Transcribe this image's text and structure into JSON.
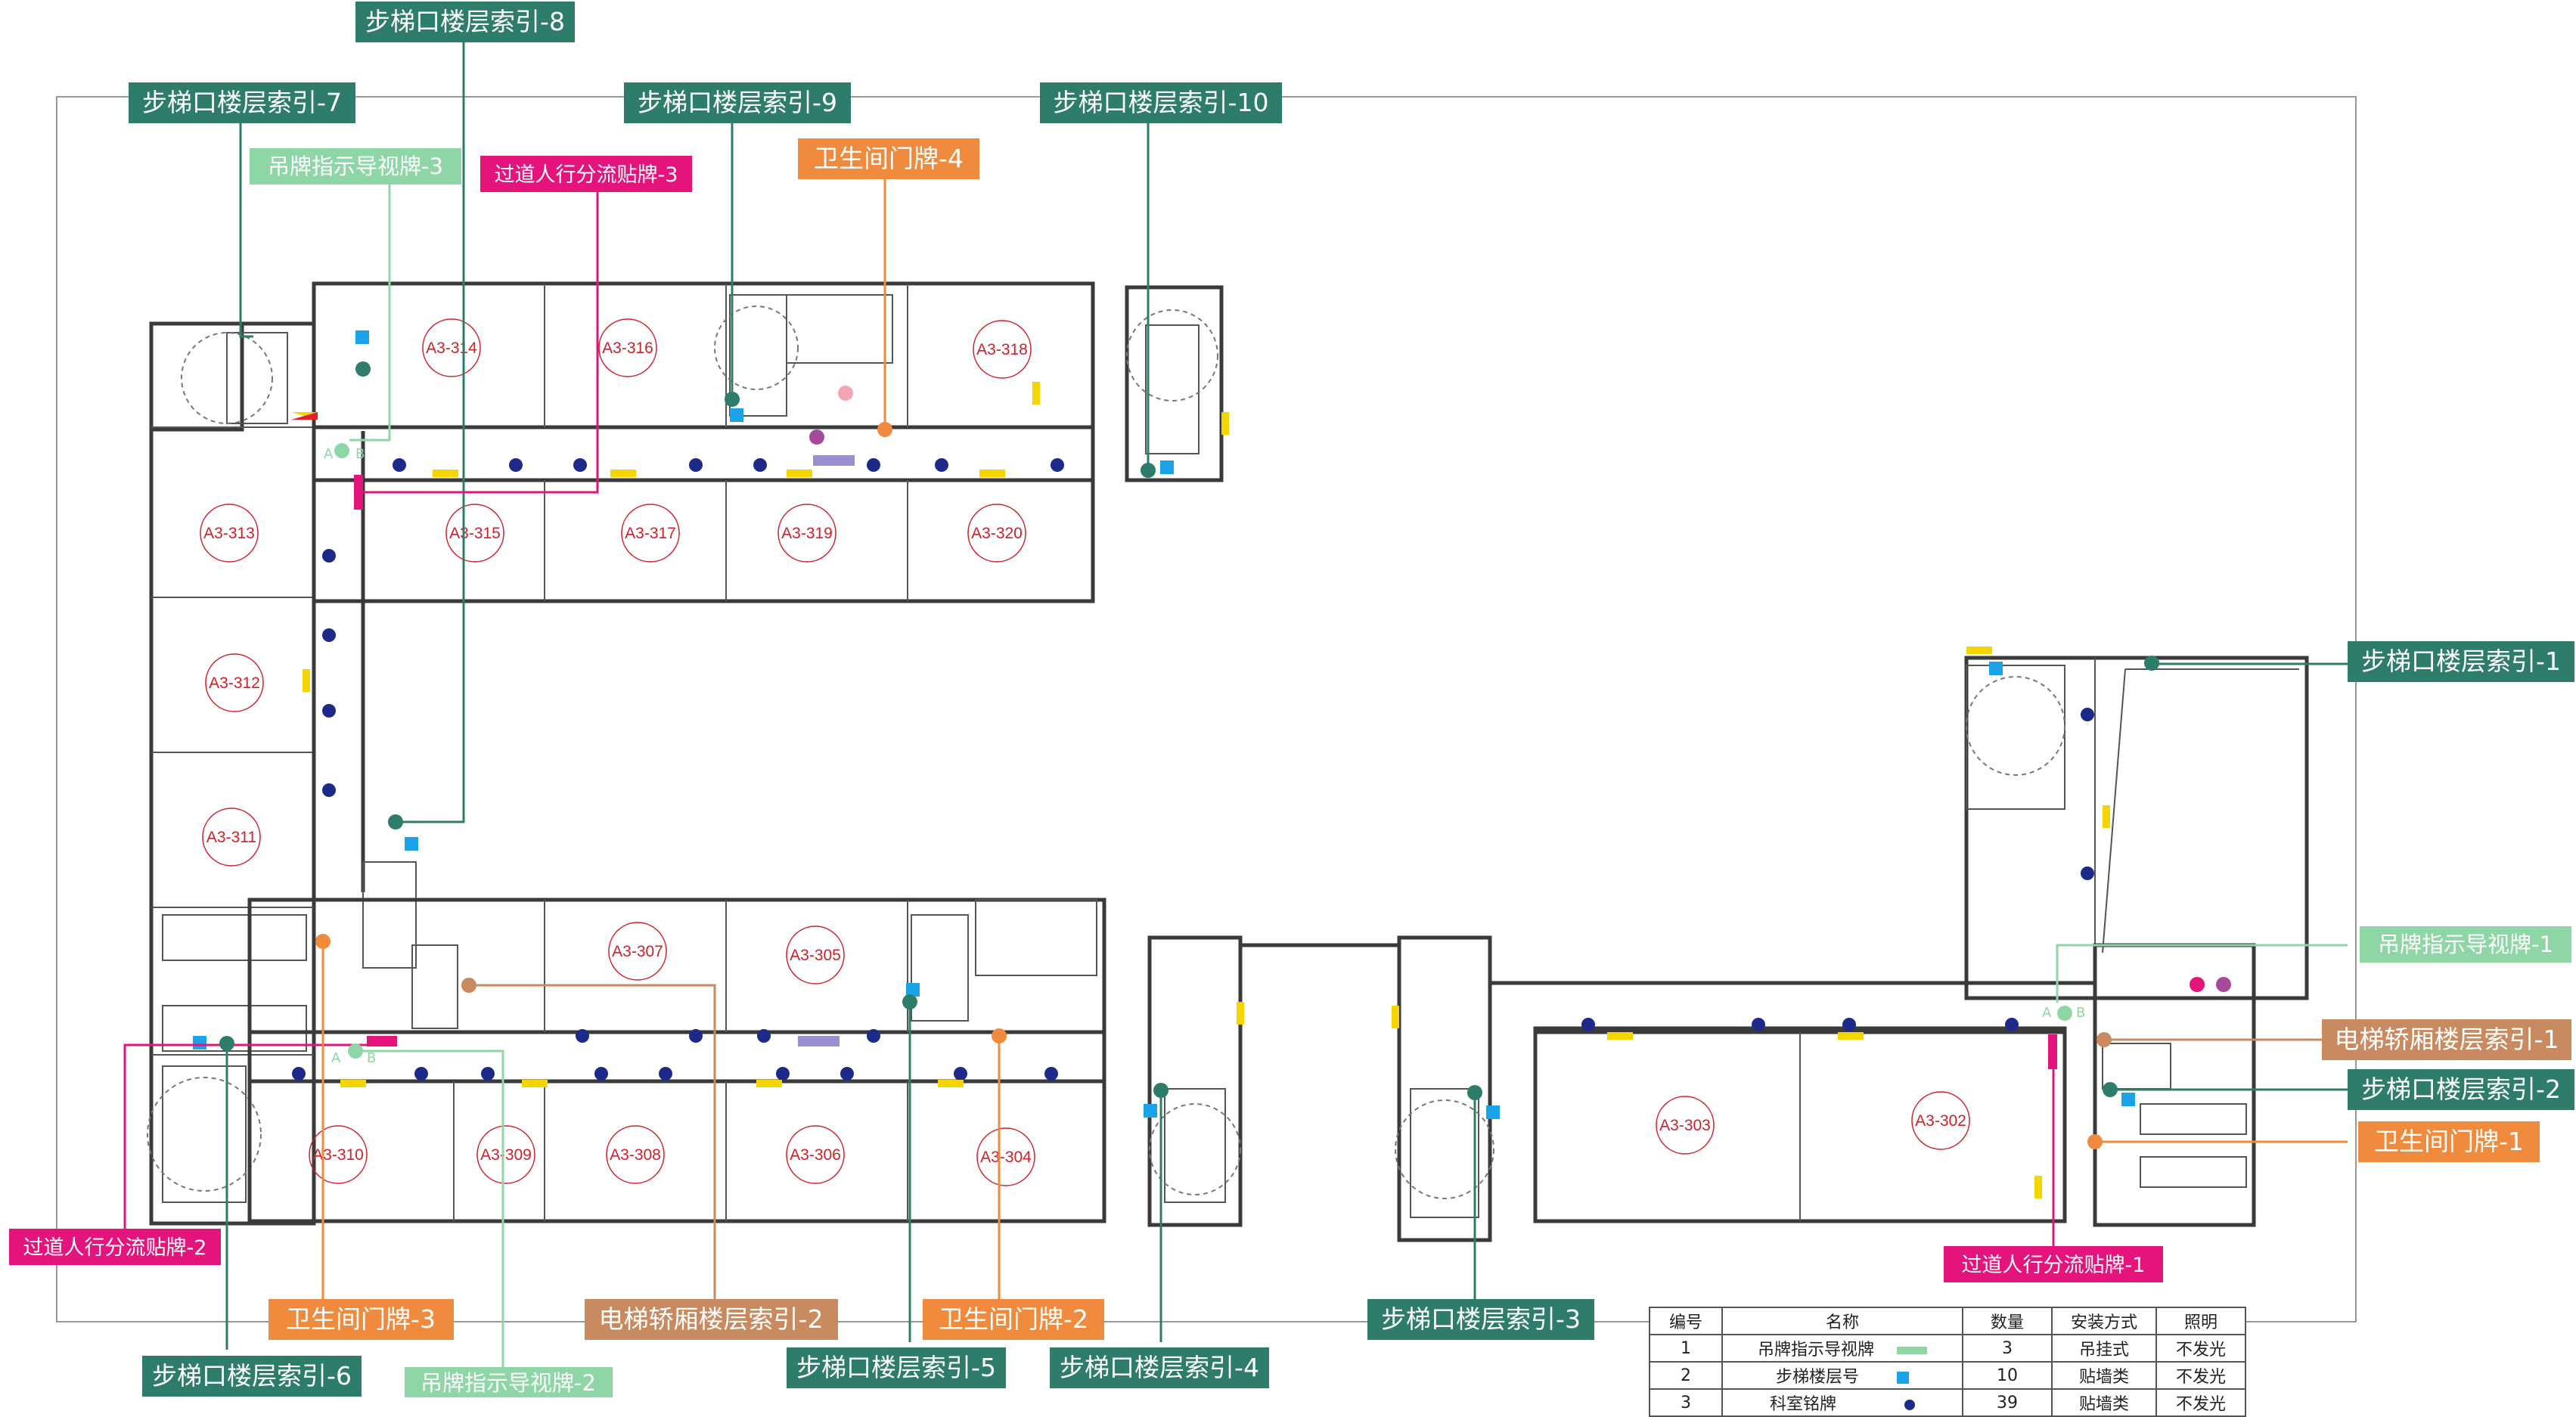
{
  "colors": {
    "stair_index": "#2e7d6b",
    "hanging_sign": "#8fd6a6",
    "passage_sticker": "#e5147d",
    "toilet_sign": "#f08a3c",
    "elevator_index": "#c98a5f",
    "blue_square": "#1aa3e8",
    "dark_dot": "#1e2a8a",
    "room_text": "#d0202a"
  },
  "rooms": [
    "A3-314",
    "A3-316",
    "A3-318",
    "A3-313",
    "A3-315",
    "A3-317",
    "A3-319",
    "A3-320",
    "A3-312",
    "A3-311",
    "A3-307",
    "A3-305",
    "A3-310",
    "A3-309",
    "A3-308",
    "A3-306",
    "A3-304",
    "A3-303",
    "A3-302"
  ],
  "tags": {
    "stair_1": "步梯口楼层索引-1",
    "stair_2": "步梯口楼层索引-2",
    "stair_3": "步梯口楼层索引-3",
    "stair_4": "步梯口楼层索引-4",
    "stair_5": "步梯口楼层索引-5",
    "stair_6": "步梯口楼层索引-6",
    "stair_7": "步梯口楼层索引-7",
    "stair_8": "步梯口楼层索引-8",
    "stair_9": "步梯口楼层索引-9",
    "stair_10": "步梯口楼层索引-10",
    "hang_1": "吊牌指示导视牌-1",
    "hang_2": "吊牌指示导视牌-2",
    "hang_3": "吊牌指示导视牌-3",
    "pass_1": "过道人行分流贴牌-1",
    "pass_2": "过道人行分流贴牌-2",
    "pass_3": "过道人行分流贴牌-3",
    "toilet_1": "卫生间门牌-1",
    "toilet_2": "卫生间门牌-2",
    "toilet_3": "卫生间门牌-3",
    "toilet_4": "卫生间门牌-4",
    "elev_1": "电梯轿厢楼层索引-1",
    "elev_2": "电梯轿厢楼层索引-2"
  },
  "ab_marks": {
    "a": "A",
    "b": "B"
  },
  "legend": {
    "headers": [
      "编号",
      "名称",
      "数量",
      "安装方式",
      "照明"
    ],
    "rows": [
      {
        "no": "1",
        "name": "吊牌指示导视牌",
        "qty": "3",
        "mount": "吊挂式",
        "light": "不发光",
        "symbol": "green-bar-icon"
      },
      {
        "no": "2",
        "name": "步梯楼层号",
        "qty": "10",
        "mount": "贴墙类",
        "light": "不发光",
        "symbol": "blue-square-icon"
      },
      {
        "no": "3",
        "name": "科室铭牌",
        "qty": "39",
        "mount": "贴墙类",
        "light": "不发光",
        "symbol": "navy-dot-icon"
      }
    ]
  }
}
